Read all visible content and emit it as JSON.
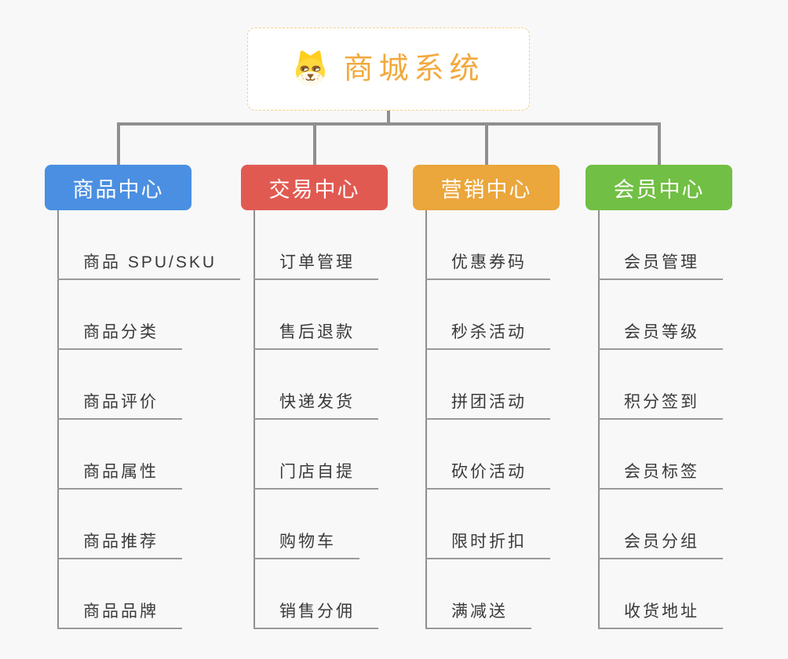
{
  "colors": {
    "background": "#f8f8f8",
    "title-text": "#f2a93d",
    "root-border": "#f6cd8d",
    "connector": "#8f8f8f",
    "leaf-line": "#999999",
    "leaf-text": "#3a3a3a"
  },
  "root": {
    "title": "商城系统",
    "icon": "dog-face-icon"
  },
  "branches": [
    {
      "label": "商品中心",
      "color": "#4a8fe2",
      "items": [
        "商品 SPU/SKU",
        "商品分类",
        "商品评价",
        "商品属性",
        "商品推荐",
        "商品品牌"
      ]
    },
    {
      "label": "交易中心",
      "color": "#e15a52",
      "items": [
        "订单管理",
        "售后退款",
        "快递发货",
        "门店自提",
        "购物车",
        "销售分佣"
      ]
    },
    {
      "label": "营销中心",
      "color": "#eba63c",
      "items": [
        "优惠券码",
        "秒杀活动",
        "拼团活动",
        "砍价活动",
        "限时折扣",
        "满减送"
      ]
    },
    {
      "label": "会员中心",
      "color": "#71bf44",
      "items": [
        "会员管理",
        "会员等级",
        "积分签到",
        "会员标签",
        "会员分组",
        "收货地址"
      ]
    }
  ]
}
